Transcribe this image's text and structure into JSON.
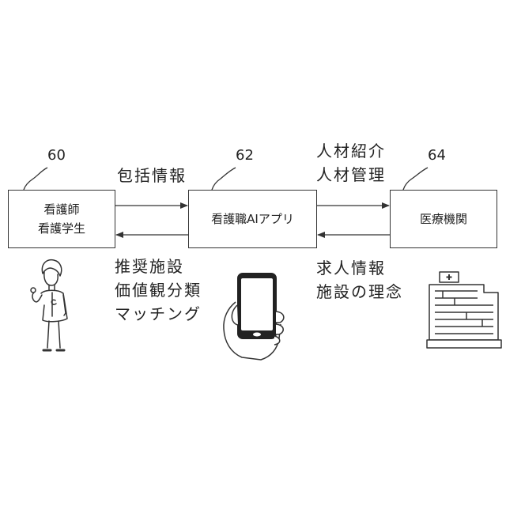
{
  "nodes": [
    {
      "ref": "60",
      "lines": [
        "看護師",
        "看護学生"
      ]
    },
    {
      "ref": "62",
      "lines": [
        "看護職AIアプリ"
      ]
    },
    {
      "ref": "64",
      "lines": [
        "医療機関"
      ]
    }
  ],
  "edges": {
    "nurse_to_app": [
      "包括情報"
    ],
    "app_to_nurse": [
      "推奨施設",
      "価値観分類",
      "マッチング"
    ],
    "app_to_facility": [
      "人材紹介",
      "人材管理"
    ],
    "facility_to_app": [
      "求人情報",
      "施設の理念"
    ]
  },
  "icons": {
    "nurse": "nurse-figure-icon",
    "phone": "smartphone-hand-icon",
    "facility": "hospital-building-icon"
  },
  "colors": {
    "line": "#333333",
    "text": "#222222",
    "background": "#ffffff"
  }
}
